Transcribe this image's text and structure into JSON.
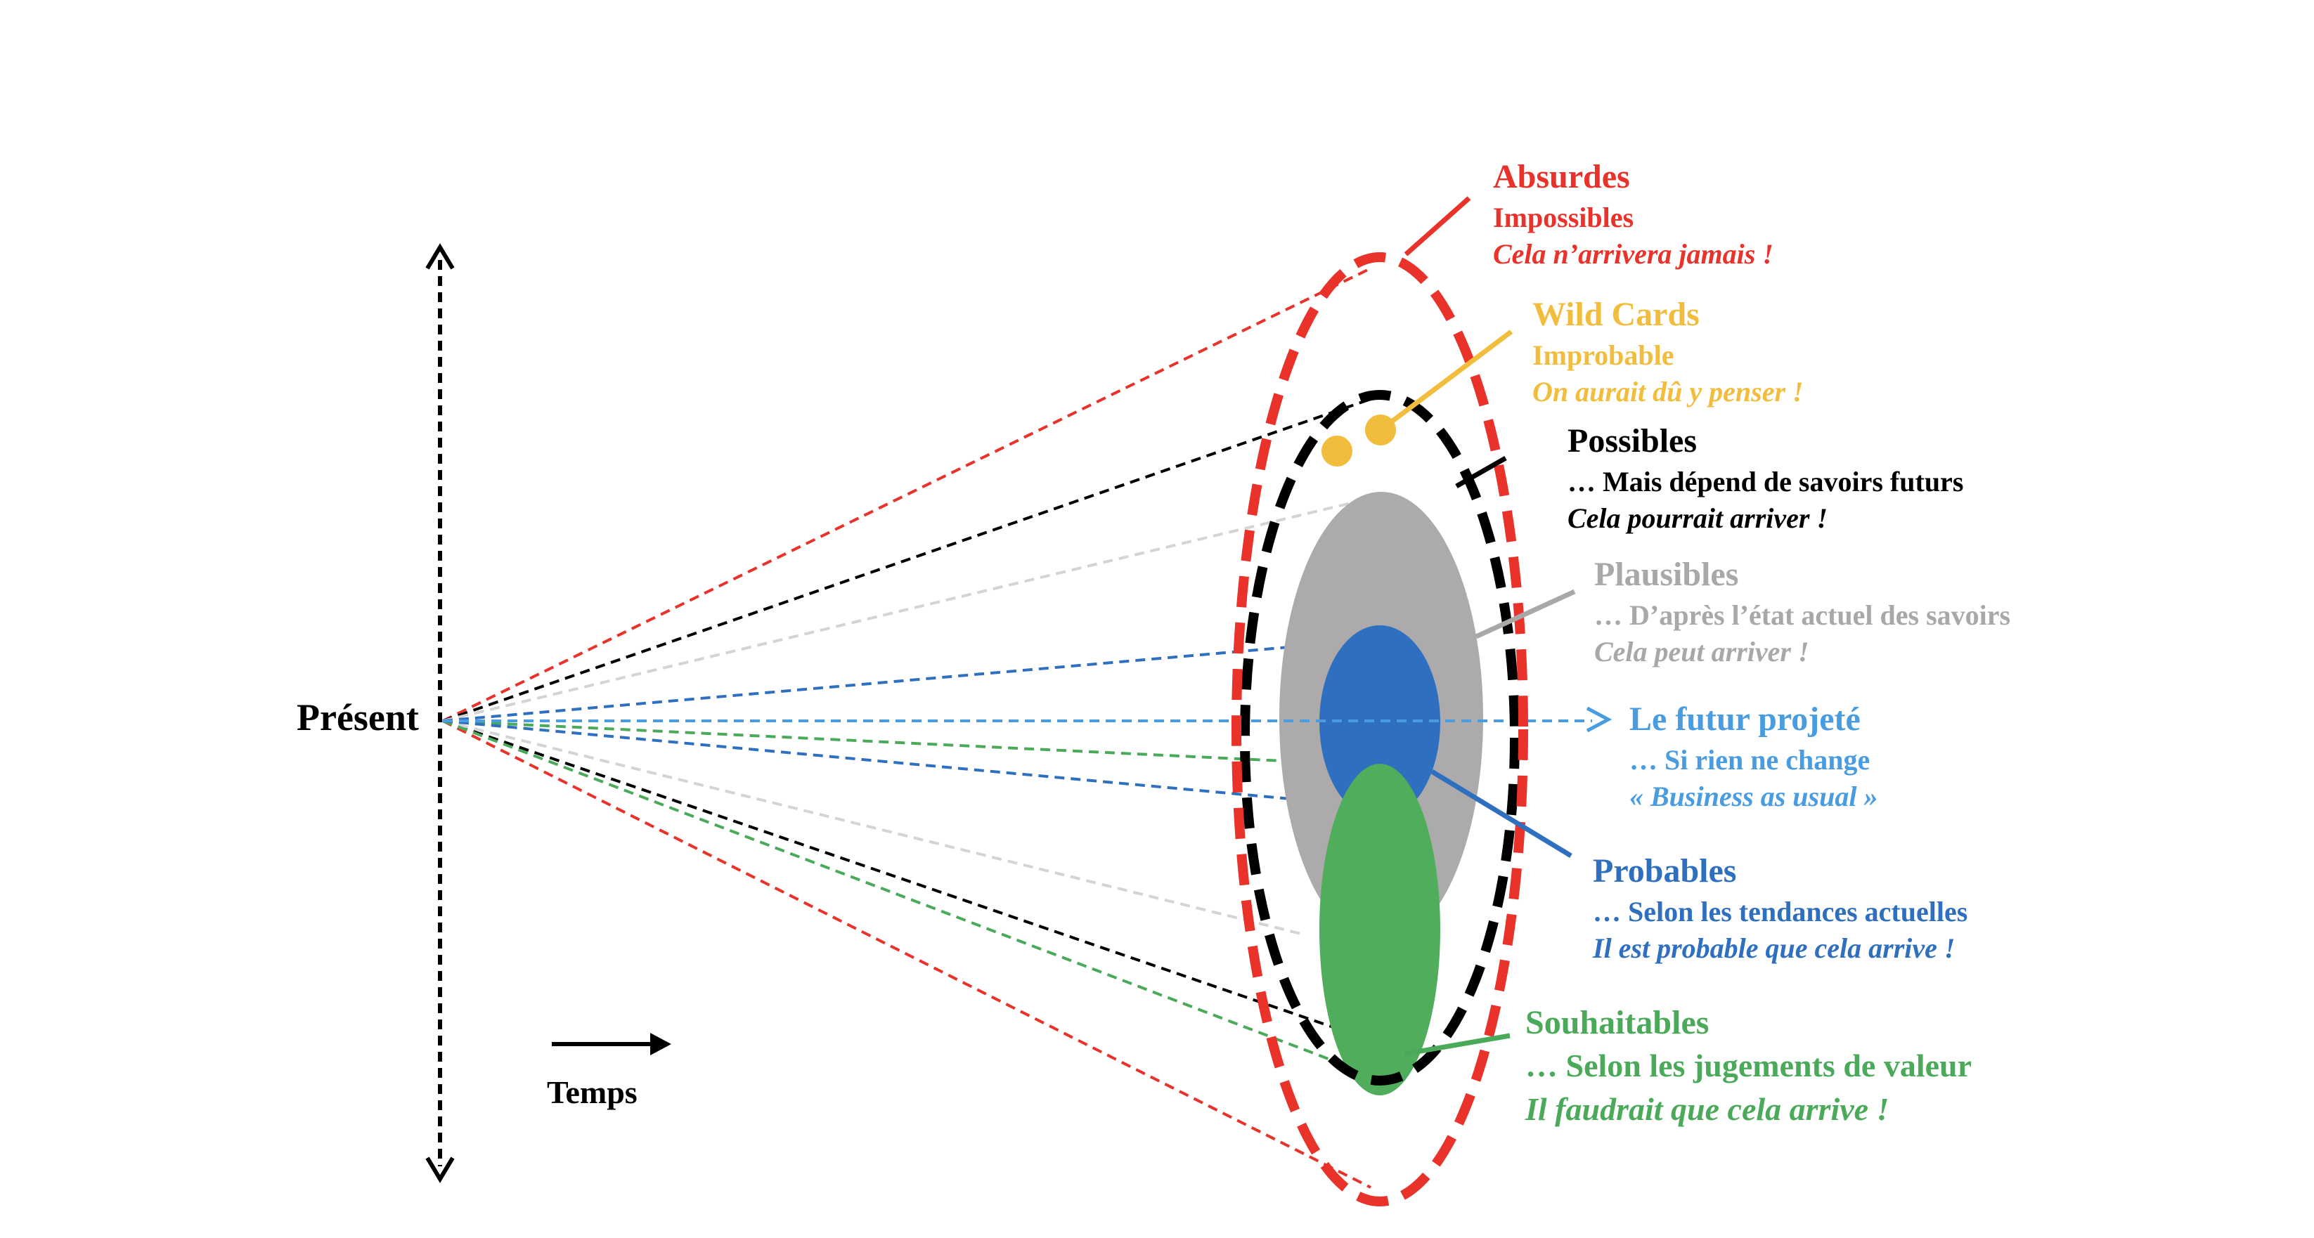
{
  "axis": {
    "present_label": "Présent",
    "time_label": "Temps"
  },
  "colors": {
    "absurdes": "#e8322a",
    "wildcards": "#f2bd3c",
    "possibles": "#000000",
    "plausibles": "#a9a7a8",
    "plausibles_line": "#cfcfcf",
    "projete": "#4a9ce0",
    "probables": "#2f6fbf",
    "souhaitables": "#4aaa5a"
  },
  "categories": {
    "absurdes": {
      "title": "Absurdes",
      "line2": "Impossibles",
      "line3": "Cela n’arrivera jamais !"
    },
    "wildcards": {
      "title": "Wild Cards",
      "line2": "Improbable",
      "line3": "On aurait dû y penser !"
    },
    "possibles": {
      "title": "Possibles",
      "line2": "… Mais dépend de savoirs futurs",
      "line3": "Cela pourrait arriver !"
    },
    "plausibles": {
      "title": "Plausibles",
      "line2": "… D’après l’état actuel des savoirs",
      "line3": "Cela peut arriver !"
    },
    "projete": {
      "title": "Le futur projeté",
      "line2": "… Si rien ne change",
      "line3": "« Business as usual »"
    },
    "probables": {
      "title": "Probables",
      "line2": "… Selon les tendances actuelles",
      "line3": "Il est probable que cela arrive !"
    },
    "souhaitables": {
      "title": "Souhaitables",
      "line2": "… Selon les jugements de valeur",
      "line3": "Il faudrait que cela arrive !"
    }
  }
}
